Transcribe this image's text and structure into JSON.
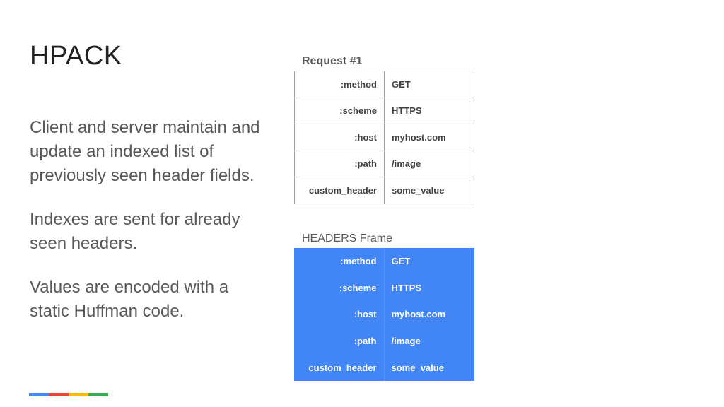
{
  "slide": {
    "title": "HPACK",
    "paragraphs": [
      "Client and server maintain and update an indexed list of previously seen header fields.",
      "Indexes are sent for already seen headers.",
      "Values are encoded with a static Huffman code."
    ]
  },
  "request": {
    "caption": "Request #1",
    "rows": [
      {
        "key": ":method",
        "value": "GET"
      },
      {
        "key": ":scheme",
        "value": "HTTPS"
      },
      {
        "key": ":host",
        "value": "myhost.com"
      },
      {
        "key": ":path",
        "value": "/image"
      },
      {
        "key": "custom_header",
        "value": "some_value"
      }
    ]
  },
  "frame": {
    "caption": "HEADERS Frame",
    "rows": [
      {
        "key": ":method",
        "value": "GET"
      },
      {
        "key": ":scheme",
        "value": "HTTPS"
      },
      {
        "key": ":host",
        "value": "myhost.com"
      },
      {
        "key": ":path",
        "value": "/image"
      },
      {
        "key": "custom_header",
        "value": "some_value"
      }
    ]
  },
  "colors": {
    "frame_background": "#4285f4",
    "brand_bar": [
      "#4285f4",
      "#ea4335",
      "#fbbc05",
      "#34a853"
    ]
  }
}
